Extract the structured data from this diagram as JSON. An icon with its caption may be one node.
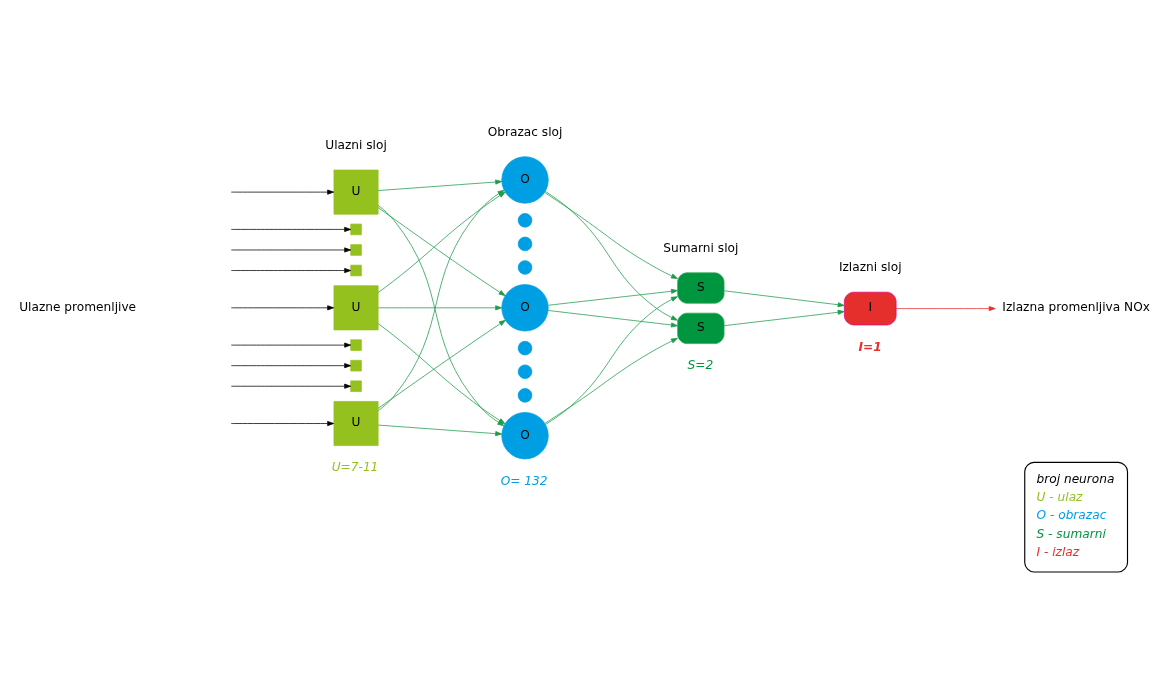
{
  "diagram": {
    "nodes": [
      {
        "text": [
          "U"
        ]
      },
      {
        "text": [],
        "shape": "box"
      },
      {
        "text": [],
        "shape": "box"
      },
      {
        "text": [],
        "shape": "box"
      },
      {
        "text": [
          "U"
        ]
      },
      {
        "text": [],
        "shape": "box"
      },
      {
        "text": [],
        "shape": "box"
      },
      {
        "text": [],
        "shape": "box"
      },
      {
        "text": [
          "U"
        ]
      },
      {
        "text": [
          "O"
        ]
      },
      {
        "text": [],
        "shape": "circle"
      },
      {
        "text": [],
        "shape": "circle"
      },
      {
        "text": [],
        "shape": "circle"
      },
      {
        "text": [
          "O"
        ]
      },
      {
        "text": [],
        "shape": "circle"
      },
      {
        "text": [],
        "shape": "circle"
      },
      {
        "text": [],
        "shape": "circle"
      },
      {
        "text": [
          "O"
        ]
      },
      {
        "text": [
          "S"
        ]
      },
      {
        "text": [
          "S"
        ]
      },
      {
        "text": [
          "I"
        ]
      },
      {
        "text": [
          "Izlazna promenljiva NOx"
        ]
      }
    ],
    "edges": [
      {
        "from": null,
        "to": 0,
        "arrow": "to",
        "color": "#000000"
      },
      {
        "from": null,
        "to": 1,
        "arrow": "to",
        "color": "#000000"
      },
      {
        "from": null,
        "to": 2,
        "arrow": "to",
        "color": "#000000"
      },
      {
        "from": null,
        "to": 3,
        "arrow": "to",
        "color": "#000000"
      },
      {
        "from": null,
        "to": 4,
        "arrow": "to",
        "color": "#000000"
      },
      {
        "from": null,
        "to": 5,
        "arrow": "to",
        "color": "#000000"
      },
      {
        "from": null,
        "to": 6,
        "arrow": "to",
        "color": "#000000"
      },
      {
        "from": null,
        "to": 7,
        "arrow": "to",
        "color": "#000000"
      },
      {
        "from": null,
        "to": 8,
        "arrow": "to",
        "color": "#000000"
      },
      {
        "from": 0,
        "to": 9,
        "arrow": "to"
      },
      {
        "from": 0,
        "to": 13,
        "arrow": "to"
      },
      {
        "from": 0,
        "to": 17,
        "arrow": "to"
      },
      {
        "from": 4,
        "to": 9,
        "arrow": "to"
      },
      {
        "from": 4,
        "to": 13,
        "arrow": "to"
      },
      {
        "from": 4,
        "to": 17,
        "arrow": "to"
      },
      {
        "from": 8,
        "to": 9,
        "arrow": "to"
      },
      {
        "from": 8,
        "to": 13,
        "arrow": "to"
      },
      {
        "from": 8,
        "to": 17,
        "arrow": "to"
      },
      {
        "from": 9,
        "to": 18,
        "arrow": "to"
      },
      {
        "from": 9,
        "to": 19,
        "arrow": "to"
      },
      {
        "from": 13,
        "to": 18,
        "arrow": "to"
      },
      {
        "from": 13,
        "to": 19,
        "arrow": "to"
      },
      {
        "from": 17,
        "to": 18,
        "arrow": "to"
      },
      {
        "from": 17,
        "to": 19,
        "arrow": "to"
      },
      {
        "from": 18,
        "to": 20,
        "arrow": "to"
      },
      {
        "from": 19,
        "to": 20,
        "arrow": "to"
      },
      {
        "from": 20,
        "to": 21,
        "arrow": "to",
        "color": "#e52f2d"
      }
    ],
    "labels": [
      "Ulazni sloj",
      "Obrazac sloj",
      "Sumarni sloj",
      "Izlazni sloj",
      "Ulazne promenljive",
      "U=7-11",
      "O= 132",
      "S=2",
      "I=1",
      "broj neurona"
    ],
    "legend": [
      {
        "text": "U - ulaz",
        "color": "#95c11f"
      },
      {
        "text": "O - obrazac",
        "color": "#009fe3"
      },
      {
        "text": "S - sumarni",
        "color": "#009640"
      },
      {
        "text": "I - izlaz",
        "color": "#e52f2d"
      }
    ]
  }
}
